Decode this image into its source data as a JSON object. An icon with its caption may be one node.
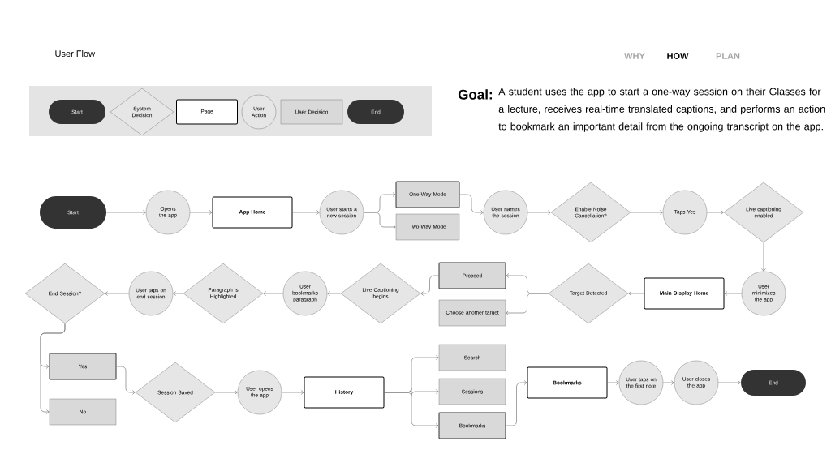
{
  "diagram": {
    "title": "User Flow",
    "nodes": [
      {
        "text": [
          "Start"
        ]
      },
      {
        "text": [
          "System Decision"
        ]
      },
      {
        "text": [
          "Page"
        ]
      },
      {
        "text": [
          "User Action"
        ]
      },
      {
        "text": [
          "User Decision"
        ]
      },
      {
        "text": [
          "End"
        ]
      },
      {
        "text": [
          "Start"
        ]
      },
      {
        "text": [
          "Opens the app"
        ]
      },
      {
        "text": [
          "App Home"
        ]
      },
      {
        "text": [
          "User starts a new session"
        ]
      },
      {
        "text": [
          "One-Way Mode"
        ]
      },
      {
        "text": [
          "Two-Way Mode"
        ]
      },
      {
        "text": [
          "User names the session"
        ]
      },
      {
        "text": [
          "Enable Noise Cancellation?"
        ]
      },
      {
        "text": [
          "Taps Yes"
        ]
      },
      {
        "text": [
          "Live captioning enabled"
        ]
      },
      {
        "text": [
          "User minimizes the app"
        ]
      },
      {
        "text": [
          "Main Display Home"
        ]
      },
      {
        "text": [
          "Target Detected"
        ]
      },
      {
        "text": [
          "Proceed"
        ]
      },
      {
        "text": [
          "Choose another target"
        ]
      },
      {
        "text": [
          "Live Captioning begins"
        ]
      },
      {
        "text": [
          "User bookmarks paragraph"
        ]
      },
      {
        "text": [
          "Paragraph is Highlighted"
        ]
      },
      {
        "text": [
          "User taps on end session"
        ]
      },
      {
        "text": [
          "End Session?"
        ]
      },
      {
        "text": [
          "Yes"
        ]
      },
      {
        "text": [
          "No"
        ]
      },
      {
        "text": [
          "Session Saved"
        ]
      },
      {
        "text": [
          "User opens the app"
        ]
      },
      {
        "text": [
          "History"
        ]
      },
      {
        "text": [
          "Search"
        ]
      },
      {
        "text": [
          "Sessions"
        ]
      },
      {
        "text": [
          "Bookmarks"
        ]
      },
      {
        "text": [
          "Bookmarks"
        ]
      },
      {
        "text": [
          "User taps on the first note"
        ]
      },
      {
        "text": [
          "User closes the app"
        ]
      },
      {
        "text": [
          "End"
        ]
      }
    ],
    "edges": [
      {
        "from": 6,
        "to": 7,
        "arrow": "to"
      },
      {
        "from": 7,
        "to": 8,
        "arrow": "to"
      },
      {
        "from": 8,
        "to": 9,
        "arrow": "to"
      },
      {
        "from": 9,
        "to": 10,
        "arrow": "to"
      },
      {
        "from": 9,
        "to": 11,
        "arrow": "to"
      },
      {
        "from": 10,
        "to": 12,
        "arrow": "to"
      },
      {
        "from": 12,
        "to": 13,
        "arrow": "to"
      },
      {
        "from": 13,
        "to": 14,
        "arrow": "to"
      },
      {
        "from": 14,
        "to": 15,
        "arrow": "to"
      },
      {
        "from": 15,
        "to": 16,
        "arrow": "to"
      },
      {
        "from": 16,
        "to": 17,
        "arrow": "to"
      },
      {
        "from": 17,
        "to": 18,
        "arrow": "to"
      },
      {
        "from": 18,
        "to": 19,
        "arrow": "to"
      },
      {
        "from": 18,
        "to": 20,
        "arrow": "to"
      },
      {
        "from": 19,
        "to": 21,
        "arrow": "to"
      },
      {
        "from": 21,
        "to": 22,
        "arrow": "to"
      },
      {
        "from": 22,
        "to": 23,
        "arrow": "to"
      },
      {
        "from": 23,
        "to": 24,
        "arrow": "to"
      },
      {
        "from": 24,
        "to": 25,
        "arrow": "to"
      },
      {
        "from": 25,
        "to": 26,
        "arrow": "to"
      },
      {
        "from": 25,
        "to": 27,
        "arrow": "to"
      },
      {
        "from": 26,
        "to": 28,
        "arrow": "to"
      },
      {
        "from": 28,
        "to": 29,
        "arrow": "to"
      },
      {
        "from": 29,
        "to": 30,
        "arrow": "to"
      },
      {
        "from": 30,
        "to": 31,
        "arrow": "to"
      },
      {
        "from": 30,
        "to": 32,
        "arrow": "to"
      },
      {
        "from": 30,
        "to": 33,
        "arrow": "to"
      },
      {
        "from": 33,
        "to": 34,
        "arrow": "to"
      },
      {
        "from": 34,
        "to": 35,
        "arrow": "to"
      },
      {
        "from": 35,
        "to": 36,
        "arrow": "to"
      },
      {
        "from": 36,
        "to": 37,
        "arrow": "to"
      }
    ],
    "labels": [
      "WHY",
      "HOW",
      "PLAN",
      "Goal:",
      "A student uses the app to start a one-way session on their Glasses for a lecture, receives real-time translated captions, and performs an action to bookmark an important detail from the ongoing transcript on the app."
    ]
  }
}
